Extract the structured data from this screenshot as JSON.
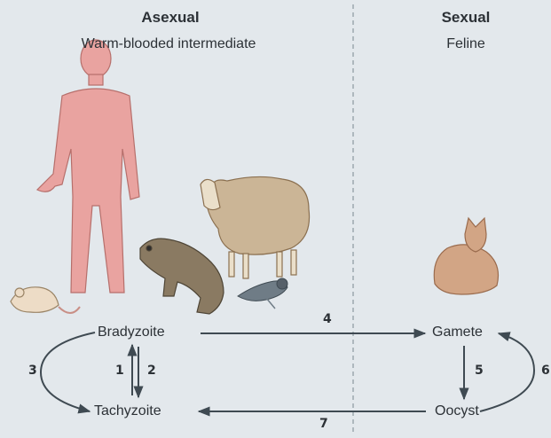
{
  "left_panel": {
    "title": "Asexual",
    "subtitle": "Warm-blooded intermediate",
    "hosts": [
      "human",
      "mouse",
      "ferret",
      "sheep",
      "bird"
    ]
  },
  "right_panel": {
    "title": "Sexual",
    "subtitle": "Feline",
    "hosts": [
      "cat"
    ]
  },
  "stages": {
    "bradyzoite": "Bradyzoite",
    "tachyzoite": "Tachyzoite",
    "gamete": "Gamete",
    "oocyst": "Oocyst"
  },
  "steps": {
    "s1": "1",
    "s2": "2",
    "s3": "3",
    "s4": "4",
    "s5": "5",
    "s6": "6",
    "s7": "7"
  },
  "colors": {
    "background": "#e3e8ec",
    "text": "#2c3136",
    "arrow": "#3f4a52",
    "human": "#e9a3a0",
    "mouse": "#eddcc6",
    "ferret": "#8a7a62",
    "sheep": "#cbb596",
    "bird": "#6f7c86",
    "cat": "#d2a585"
  }
}
